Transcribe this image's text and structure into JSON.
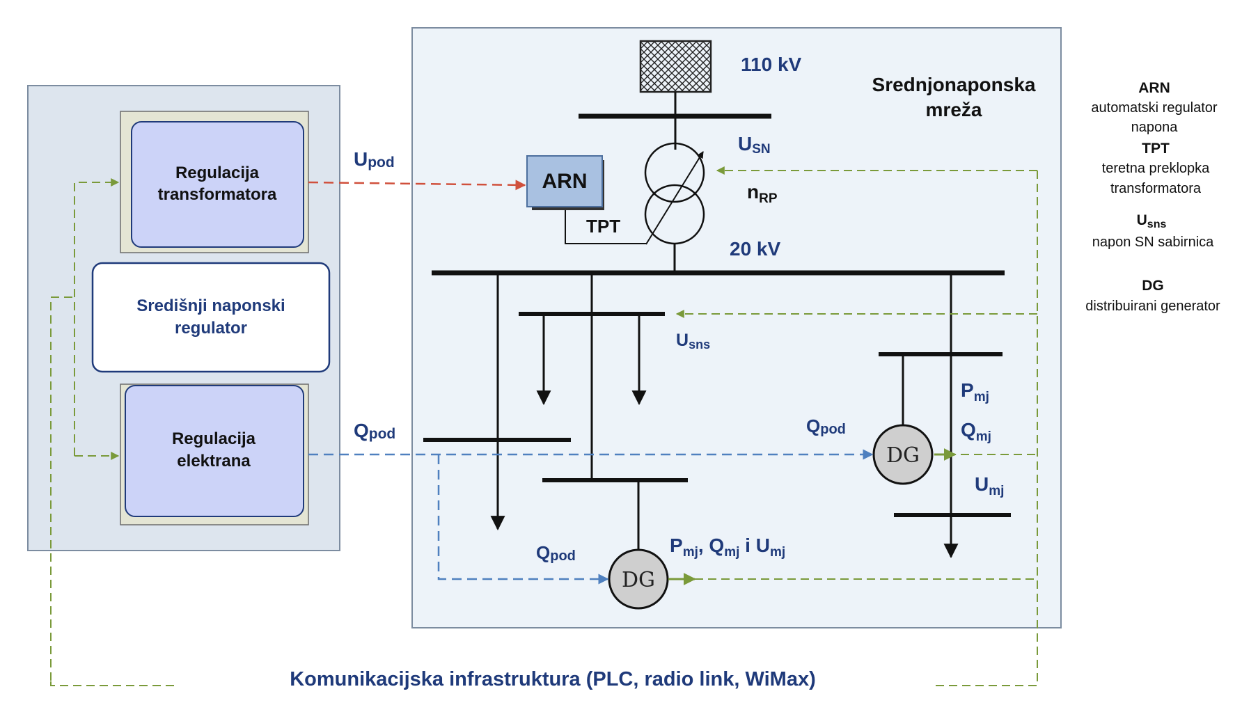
{
  "controller": {
    "transformer_regulation": [
      "Regulacija",
      "transformatora"
    ],
    "central_regulator": [
      "Središnji naponski",
      "regulator"
    ],
    "plant_regulation": [
      "Regulacija",
      "elektrana"
    ]
  },
  "network": {
    "title": [
      "Srednjonaponska",
      "mreža"
    ],
    "hv_label": "110 kV",
    "mv_label": "20 kV",
    "arn_label": "ARN",
    "tpt_label": "TPT",
    "usn_main": "U",
    "usn_sub": "SN",
    "nrp_main": "n",
    "nrp_sub": "RP",
    "usns_main": "U",
    "usns_sub": "sns",
    "dg_label": "DG",
    "pmj_main": "P",
    "pmj_sub": "mj",
    "qmj_main": "Q",
    "qmj_sub": "mj",
    "umj_main": "U",
    "umj_sub": "mj",
    "qpod_main": "Q",
    "qpod_sub": "pod",
    "bottom_meas": {
      "p": "P",
      "p_sub": "mj",
      "sep1": ",",
      "q": " Q",
      "q_sub": "mj",
      "sep2": " i ",
      "u": "U",
      "u_sub": "mj"
    }
  },
  "signals": {
    "upod_main": "U",
    "upod_sub": "pod",
    "qpod_main": "Q",
    "qpod_sub": "pod"
  },
  "comm_label": "Komunikacijska infrastruktura (PLC, radio link, WiMax)",
  "legend": [
    {
      "term": "ARN",
      "desc": [
        "automatski regulator",
        "napona"
      ]
    },
    {
      "term": "TPT",
      "desc": [
        "teretna preklopka",
        "transformatora"
      ]
    },
    {
      "term": "U",
      "term_sub": "sns",
      "desc": [
        "napon SN sabirnica"
      ]
    },
    {
      "term": "DG",
      "desc": [
        "distribuirani generator"
      ]
    }
  ],
  "colors": {
    "green": "#7a9a3a",
    "red": "#d0503c",
    "blue": "#4f80bf",
    "navy": "#1f3a7a"
  }
}
